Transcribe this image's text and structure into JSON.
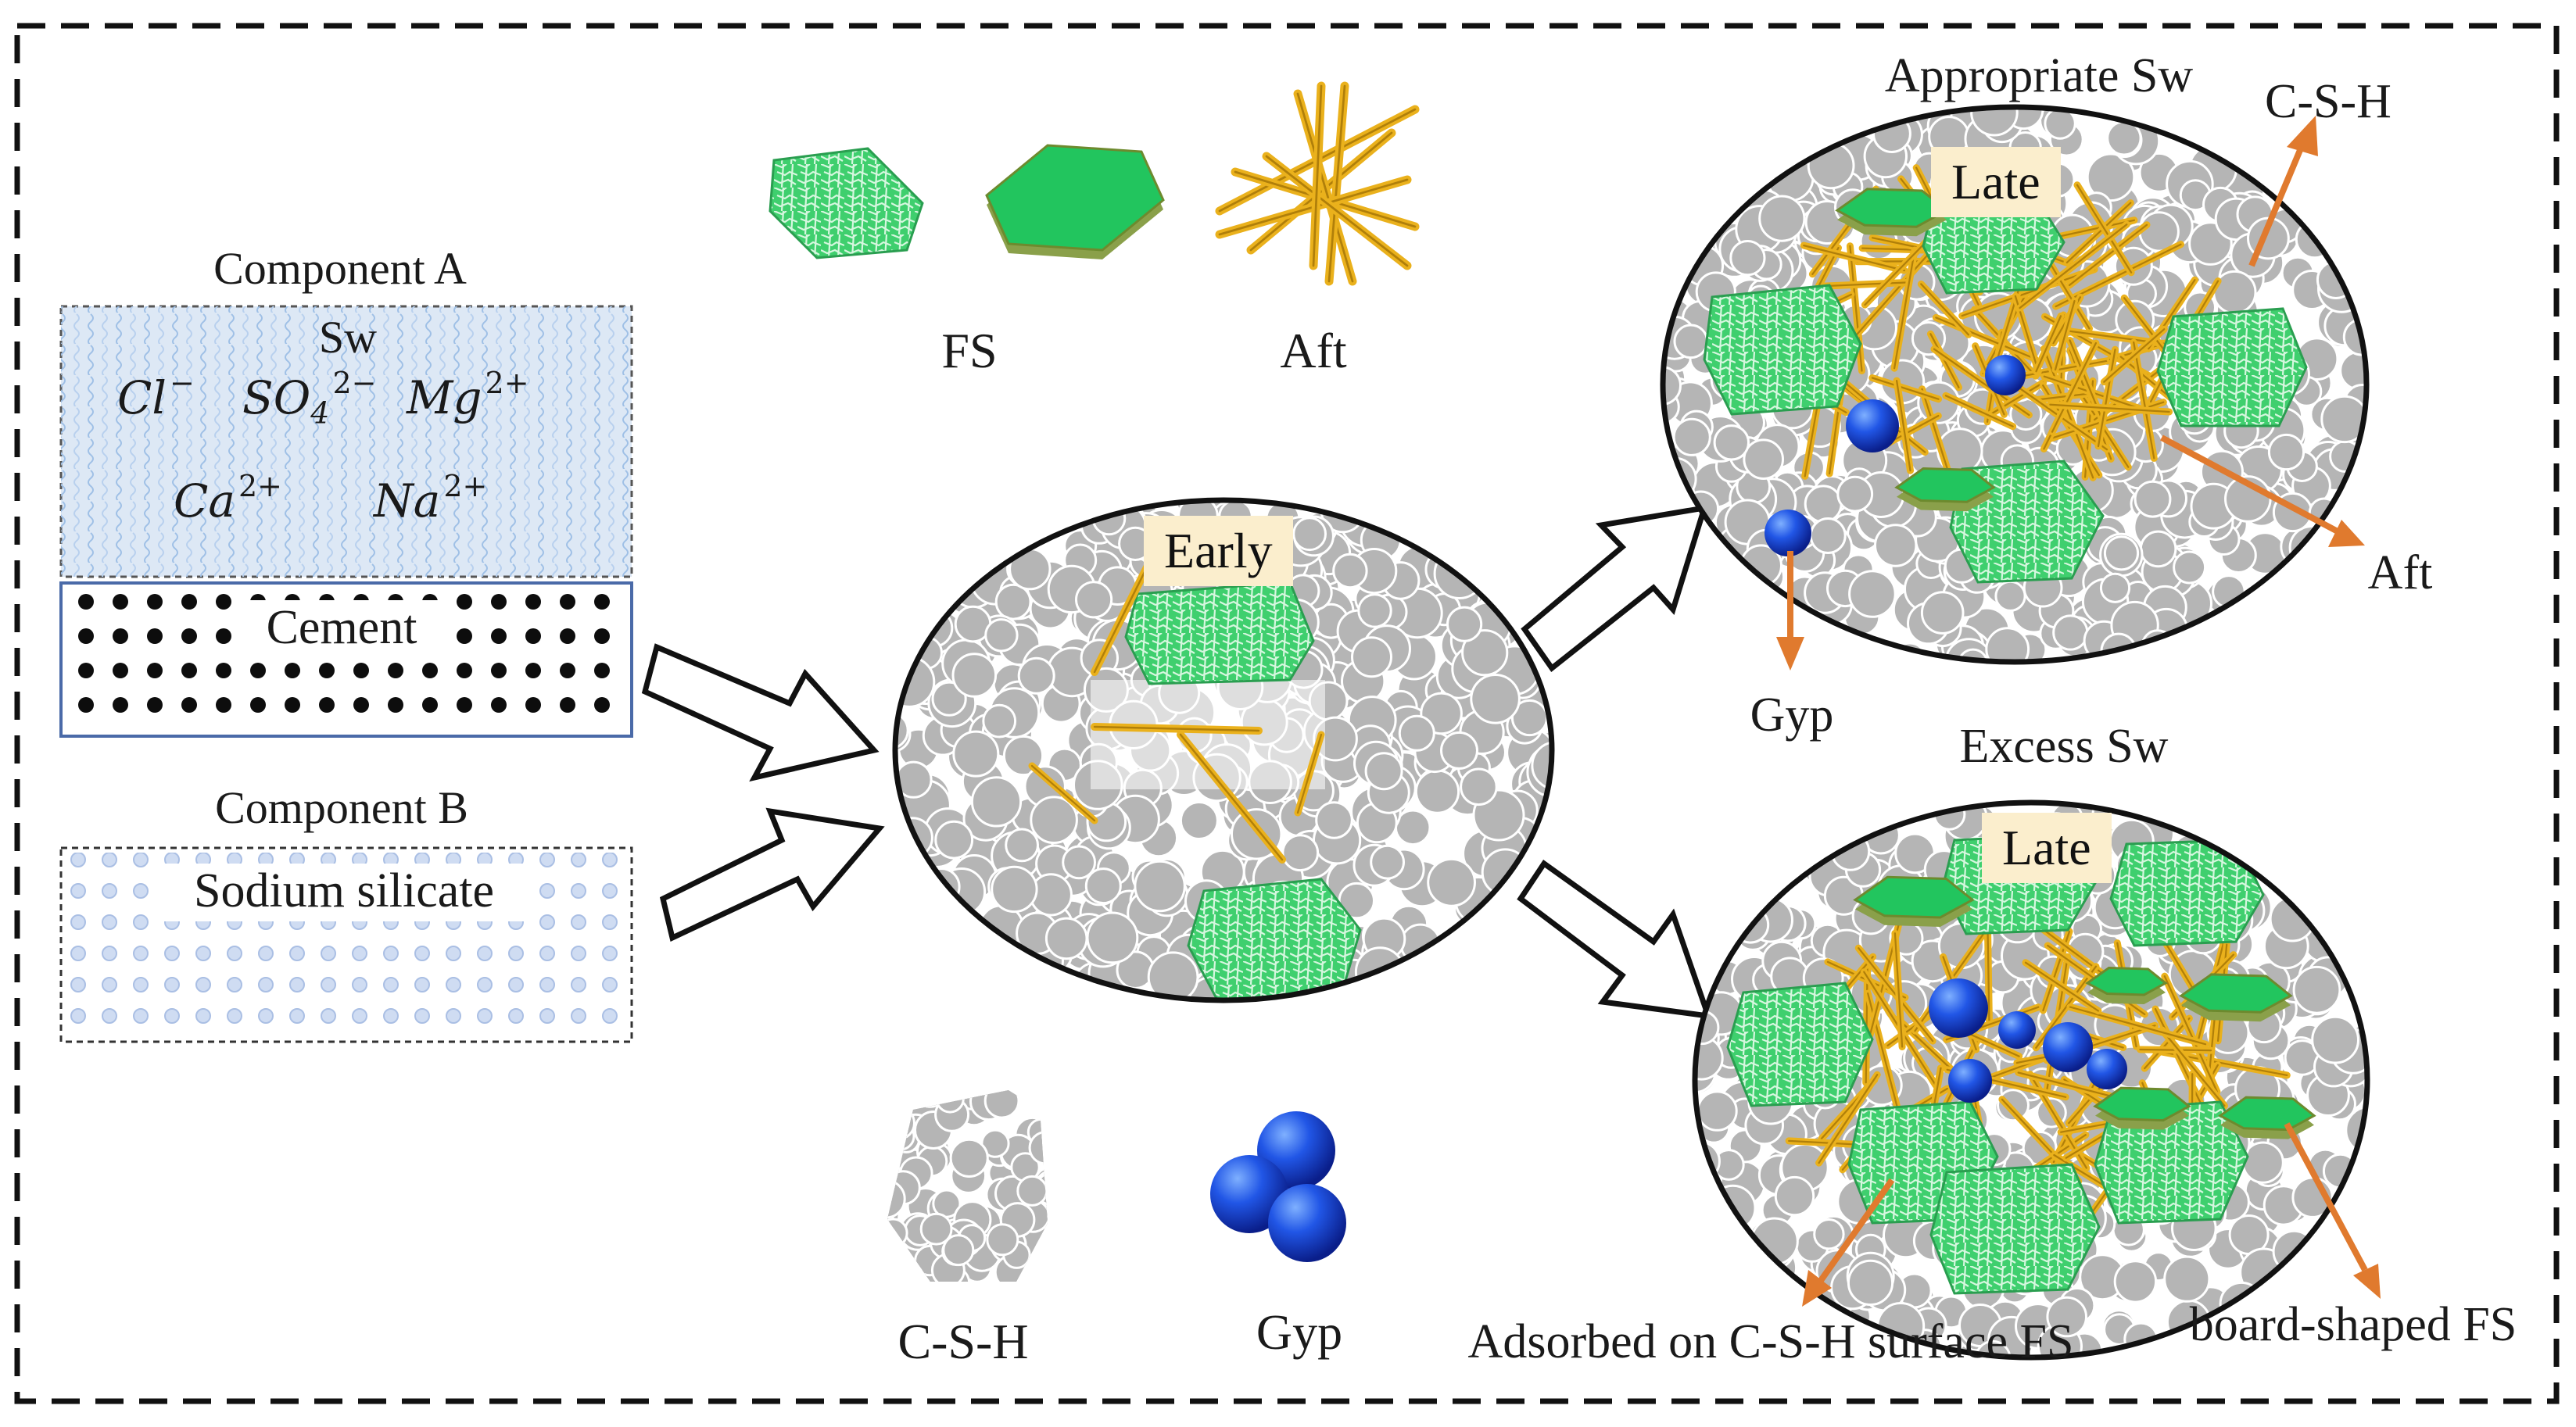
{
  "component_a": {
    "title": "Component A",
    "solution": "Sw",
    "ions": {
      "cl": {
        "base": "Cl",
        "charge": "−"
      },
      "so4": {
        "base": "SO",
        "sub": "4",
        "charge": "2−"
      },
      "mg": {
        "base": "Mg",
        "charge": "2+"
      },
      "ca": {
        "base": "Ca",
        "charge": "2+"
      },
      "na": {
        "base": "Na",
        "charge": "2+"
      }
    },
    "cement": "Cement"
  },
  "component_b": {
    "title": "Component B",
    "label": "Sodium silicate"
  },
  "legend": {
    "fs": "FS",
    "aft": "Aft",
    "csh": "C-S-H",
    "gyp": "Gyp"
  },
  "early": {
    "tag": "Early"
  },
  "appropriate": {
    "title": "Appropriate Sw",
    "tag": "Late",
    "callout_csh": "C-S-H",
    "callout_aft": "Aft",
    "callout_gyp": "Gyp"
  },
  "excess": {
    "title": "Excess Sw",
    "tag": "Late",
    "callout_adsorbed": "Adsorbed on C-S-H surface FS",
    "callout_board": "board-shaped FS"
  },
  "colors": {
    "csh_grey": "#b5b5b5",
    "fs_green": "#33c463",
    "aft_gold": "#eab11c",
    "gyp_blue": "#1f4fe0",
    "arrow_orange": "#e07a2e",
    "component_a_fill": "#dde8f5",
    "tag_fill": "#fbeecd"
  }
}
